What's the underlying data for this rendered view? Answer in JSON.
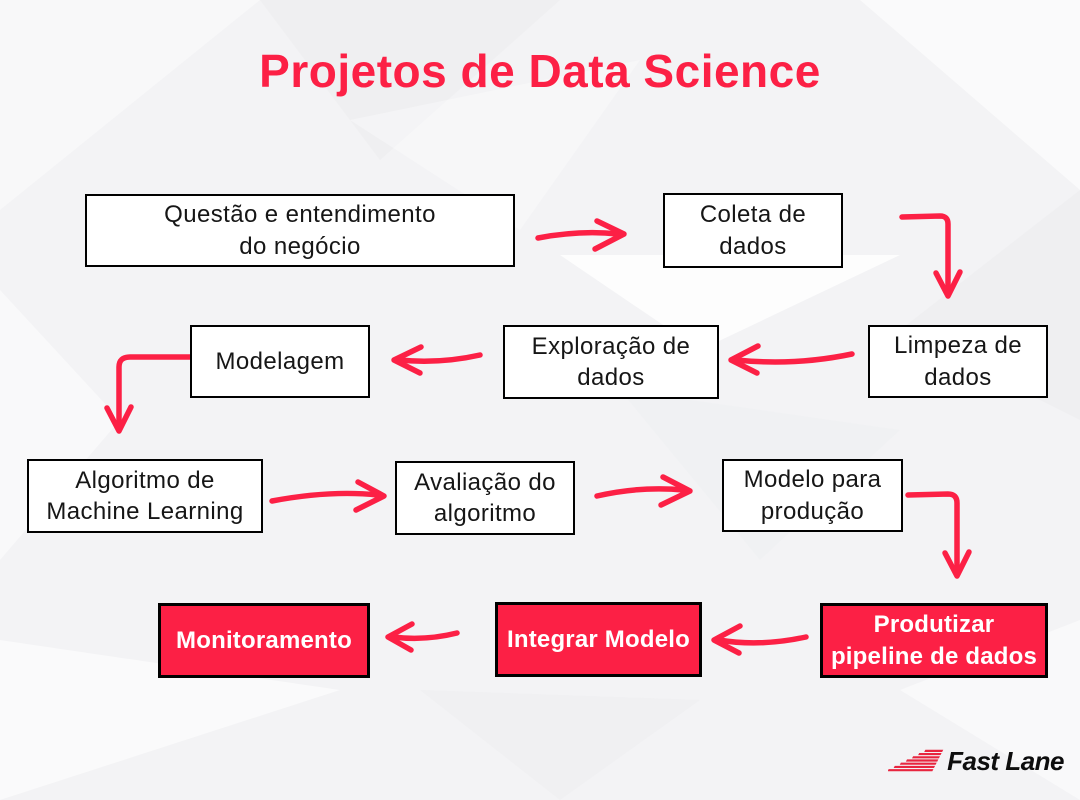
{
  "title": "Projetos de Data Science",
  "colors": {
    "accent": "#fc2045",
    "background": "#f3f3f5",
    "box_fill": "#ffffff",
    "box_border": "#000000",
    "text": "#161616",
    "filled_text": "#ffffff",
    "logo_red": "#e8253f",
    "logo_text": "#0d0d0d"
  },
  "nodes": [
    {
      "id": "questao",
      "style": "outline",
      "label_lines": [
        "Questão e entendimento",
        "do negócio"
      ]
    },
    {
      "id": "coleta",
      "style": "outline",
      "label_lines": [
        "Coleta de",
        "dados"
      ]
    },
    {
      "id": "limpeza",
      "style": "outline",
      "label_lines": [
        "Limpeza de",
        "dados"
      ]
    },
    {
      "id": "exploracao",
      "style": "outline",
      "label_lines": [
        "Exploração de",
        "dados"
      ]
    },
    {
      "id": "modelagem",
      "style": "outline",
      "label_lines": [
        "Modelagem"
      ]
    },
    {
      "id": "algoritmo",
      "style": "outline",
      "label_lines": [
        "Algoritmo de",
        "Machine Learning"
      ]
    },
    {
      "id": "avaliacao",
      "style": "outline",
      "label_lines": [
        "Avaliação do",
        "algoritmo"
      ]
    },
    {
      "id": "modelo",
      "style": "outline",
      "label_lines": [
        "Modelo para",
        "produção"
      ]
    },
    {
      "id": "produtizar",
      "style": "filled",
      "label_lines": [
        "Produtizar",
        "pipeline de dados"
      ]
    },
    {
      "id": "integrar",
      "style": "filled",
      "label_lines": [
        "Integrar Modelo"
      ]
    },
    {
      "id": "monitoramento",
      "style": "filled",
      "label_lines": [
        "Monitoramento"
      ]
    }
  ],
  "edges": [
    {
      "from": "questao",
      "to": "coleta",
      "direction": "right"
    },
    {
      "from": "coleta",
      "to": "limpeza",
      "direction": "right-down"
    },
    {
      "from": "limpeza",
      "to": "exploracao",
      "direction": "left"
    },
    {
      "from": "exploracao",
      "to": "modelagem",
      "direction": "left"
    },
    {
      "from": "modelagem",
      "to": "algoritmo",
      "direction": "left-down"
    },
    {
      "from": "algoritmo",
      "to": "avaliacao",
      "direction": "right"
    },
    {
      "from": "avaliacao",
      "to": "modelo",
      "direction": "right"
    },
    {
      "from": "modelo",
      "to": "produtizar",
      "direction": "right-down"
    },
    {
      "from": "produtizar",
      "to": "integrar",
      "direction": "left"
    },
    {
      "from": "integrar",
      "to": "monitoramento",
      "direction": "left"
    }
  ],
  "logo": {
    "text": "Fast Lane"
  }
}
